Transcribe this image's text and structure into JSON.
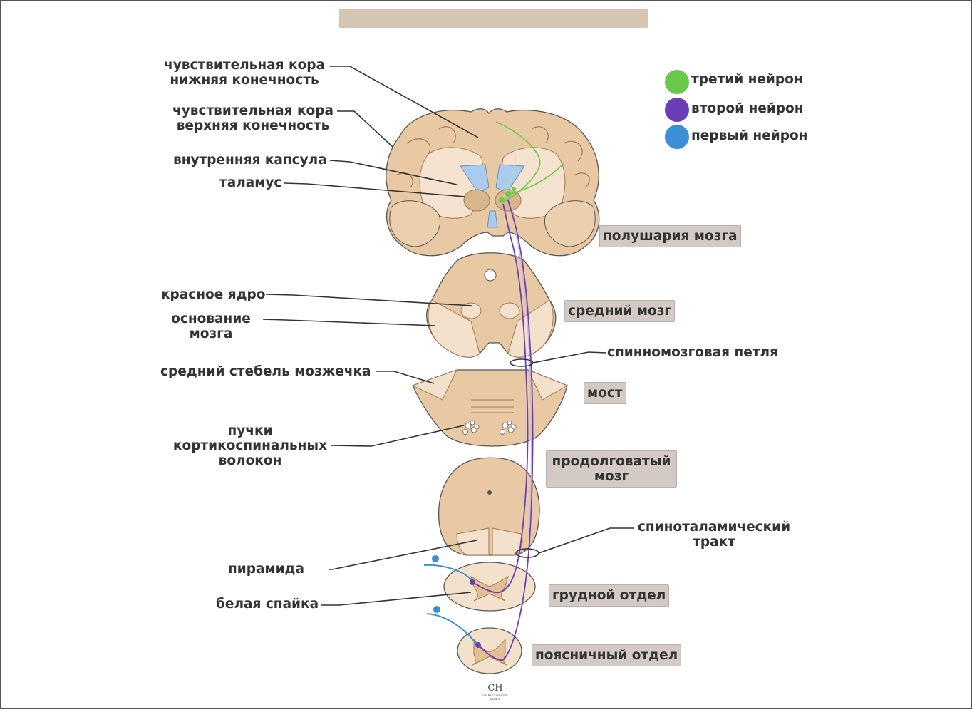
{
  "legend": [
    {
      "label": "третий нейрон",
      "color": "#6cc84a"
    },
    {
      "label": "второй нейрон",
      "color": "#6a3fb5"
    },
    {
      "label": "первый нейрон",
      "color": "#3b8fd6"
    }
  ],
  "left_labels": {
    "sensory_lower_1": "чувствительная кора",
    "sensory_lower_2": "нижняя конечность",
    "sensory_upper_1": "чувствительная кора",
    "sensory_upper_2": "верхняя конечность",
    "internal_capsule": "внутренняя капсула",
    "thalamus": "таламус",
    "red_nucleus": "красное ядро",
    "cerebral_peduncle_1": "основание",
    "cerebral_peduncle_2": "мозга",
    "middle_cerebellar_peduncle": "средний стебель мозжечка",
    "corticospinal_1": "пучки",
    "corticospinal_2": "кортикоспинальных",
    "corticospinal_3": "волокон",
    "pyramid": "пирамида",
    "white_commissure": "белая спайка"
  },
  "right_labels": {
    "spinal_lemniscus": "спинномозговая петля",
    "spinothalamic_1": "спиноталамический",
    "spinothalamic_2": "тракт"
  },
  "levels": {
    "hemispheres": "полушария мозга",
    "midbrain": "средний мозг",
    "pons": "мост",
    "medulla_1": "продолговатый",
    "medulla_2": "мозг",
    "thoracic": "грудной отдел",
    "lumbar": "поясничный отдел"
  },
  "logo": {
    "mark": "CH",
    "text": "CHRISTOPHER LEA'S"
  }
}
